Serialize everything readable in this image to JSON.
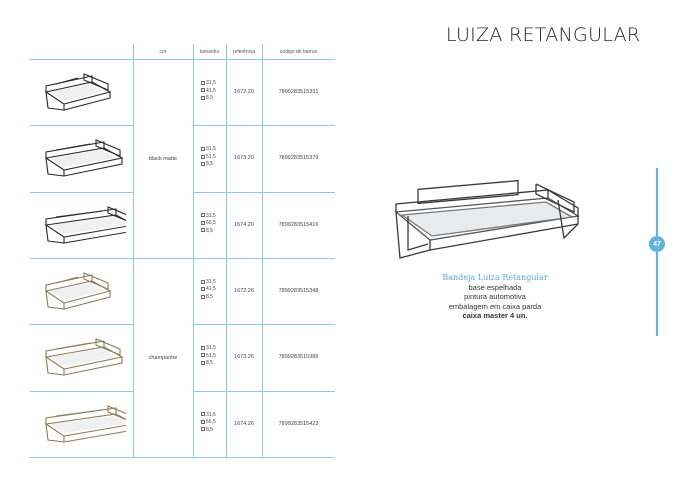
{
  "title": "LUIZA RETANGULAR",
  "page_number": "47",
  "headers": {
    "cor": "cor",
    "tamanho": "tamanho",
    "referencia": "referência",
    "codigo": "codigo de barras"
  },
  "groups": [
    {
      "color": "black matte"
    },
    {
      "color": "champanhe"
    }
  ],
  "rows": [
    {
      "sizes": [
        "31,5",
        "41,5",
        "8,5"
      ],
      "ref": "1672.20",
      "barcode": "7899283515331",
      "finish": "black"
    },
    {
      "sizes": [
        "31,5",
        "51,5",
        "8,5"
      ],
      "ref": "1673.20",
      "barcode": "7899283515379",
      "finish": "black"
    },
    {
      "sizes": [
        "31,5",
        "66,5",
        "8,5"
      ],
      "ref": "1674.20",
      "barcode": "7899283515416",
      "finish": "black"
    },
    {
      "sizes": [
        "31,5",
        "41,5",
        "8,5"
      ],
      "ref": "1672.26",
      "barcode": "7899283515348",
      "finish": "gold"
    },
    {
      "sizes": [
        "31,5",
        "51,5",
        "8,5"
      ],
      "ref": "1673.26",
      "barcode": "7899283515386",
      "finish": "gold"
    },
    {
      "sizes": [
        "31,5",
        "66,5",
        "8,5"
      ],
      "ref": "1674.26",
      "barcode": "7899283515423",
      "finish": "gold"
    }
  ],
  "description": {
    "name": "Bandeja Luiza Retangular",
    "line1": "base espelhada",
    "line2": "pintura automotiva",
    "line3": "embalagem em caixa parda",
    "line4": "caixa master 4 un."
  },
  "colors": {
    "accent": "#5fb3dc",
    "rule": "#8ec8e4",
    "black_finish": "#2a2a2a",
    "gold_finish": "#8c7d5c"
  }
}
